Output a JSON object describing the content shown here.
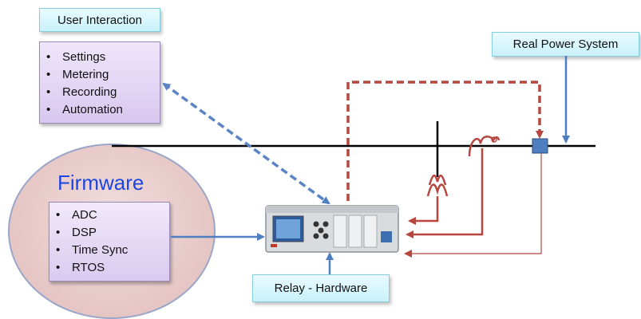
{
  "labels": {
    "user_interaction": "User Interaction",
    "real_power_system": "Real Power System",
    "relay_hardware": "Relay - Hardware",
    "firmware": "Firmware"
  },
  "user_interaction_items": [
    "Settings",
    "Metering",
    "Recording",
    "Automation"
  ],
  "firmware_items": [
    "ADC",
    "DSP",
    "Time Sync",
    "RTOS"
  ],
  "colors": {
    "dashed_blue": "#5b84c4",
    "arrow_blue": "#4f7fc1",
    "signal_red": "#b7463f",
    "firmware_text": "#1c46e0",
    "label_box": "#c9f1fb",
    "list_box": "#d8c8ef"
  },
  "icons": [
    "relay-device-icon",
    "current-transformer-icon",
    "voltage-transformer-icon",
    "merging-unit-icon"
  ]
}
